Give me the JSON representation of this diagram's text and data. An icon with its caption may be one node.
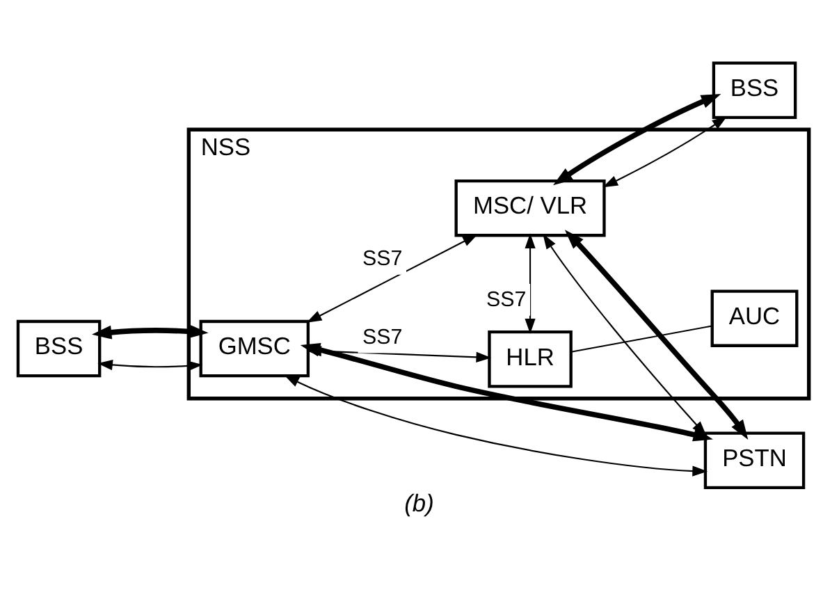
{
  "diagram": {
    "caption": "(b)",
    "nodes": [
      {
        "text": [
          "NSS"
        ]
      },
      {
        "text": [
          "HLR"
        ],
        "in": 0
      },
      {
        "text": [
          "AUC"
        ],
        "in": 0
      },
      {
        "text": [
          "GMSC"
        ],
        "in": 0
      },
      {
        "text": [
          "MSC/ VLR"
        ],
        "in": 0
      },
      {
        "text": [
          "BSS"
        ]
      },
      {
        "text": [
          "PSTN"
        ]
      },
      {
        "text": [
          "BSS"
        ]
      }
    ],
    "edges": [
      {
        "from": 1,
        "to": 2,
        "arrow": "none"
      },
      {
        "from": 3,
        "to": 1,
        "arrow": "both",
        "label": "SS7"
      },
      {
        "from": 1,
        "to": 4,
        "arrow": "both",
        "label": "SS7"
      },
      {
        "from": 3,
        "to": 4,
        "arrow": "both",
        "label": "SS7"
      },
      {
        "from": 5,
        "to": 3,
        "arrow": "both"
      },
      {
        "from": 5,
        "to": 3,
        "arrow": "both",
        "style": "thick"
      },
      {
        "from": 4,
        "to": 6,
        "arrow": "both"
      },
      {
        "from": 4,
        "to": 6,
        "arrow": "both",
        "style": "thick"
      },
      {
        "from": 4,
        "to": 7,
        "arrow": "both"
      },
      {
        "from": 4,
        "to": 7,
        "arrow": "both",
        "style": "thick"
      },
      {
        "from": 3,
        "to": 6,
        "arrow": "both"
      },
      {
        "from": 3,
        "to": 6,
        "arrow": "both",
        "style": "thick"
      }
    ]
  }
}
